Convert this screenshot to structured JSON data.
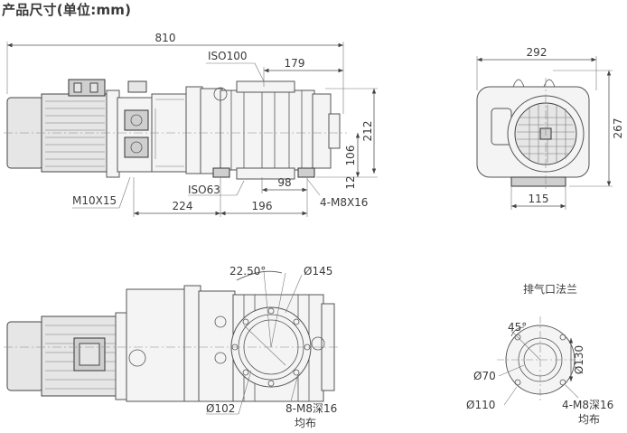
{
  "title": "产品尺寸(单位:mm)",
  "side_view": {
    "overall_length": "810",
    "outlet_length": "179",
    "inlet_label": "ISO100",
    "outlet_label": "ISO63",
    "height": "212",
    "axis_height": "106",
    "foot_thickness": "12",
    "foot_spacing": "98",
    "motor_flange_offset": "224",
    "pump_length": "196",
    "motor_bolt": "M10X15",
    "foot_bolt": "4-M8X16"
  },
  "end_view": {
    "width": "292",
    "height": "267",
    "base_width": "115"
  },
  "top_view": {
    "angle": "22.50°",
    "flange_outer": "Ø145",
    "flange_inner": "Ø102",
    "bolt_spec": "8-M8深16",
    "bolt_pattern": "均布"
  },
  "exhaust_flange": {
    "caption": "排气口法兰",
    "angle": "45°",
    "bolt_circle": "Ø130",
    "inner_diameter": "Ø70",
    "outer_diameter": "Ø110",
    "bolt_spec": "4-M8深16",
    "bolt_pattern": "均布"
  }
}
